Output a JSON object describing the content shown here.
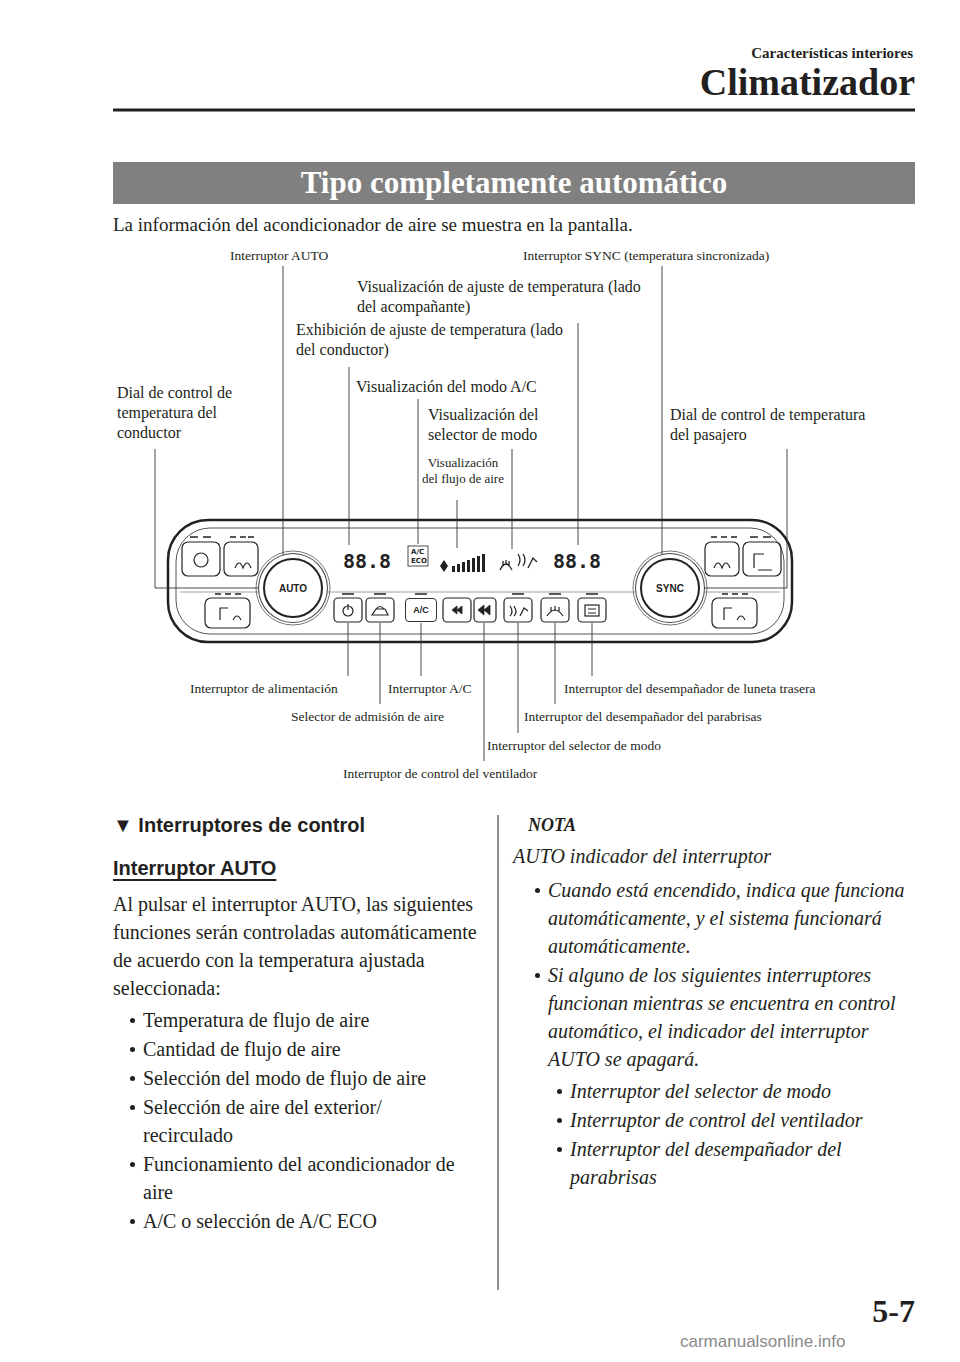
{
  "diagram": {
    "nodes": [
      {
        "text": [
          "Tipo completamente automático"
        ]
      },
      {
        "text": [
          "AUTO"
        ]
      },
      {
        "text": [
          "A/C"
        ]
      },
      {
        "text": [
          "SYNC"
        ]
      }
    ],
    "labels": [
      "Características interiores",
      "Climatizador",
      "La información del acondicionador de aire se muestra en la pantalla.",
      "Interruptor AUTO",
      "Interruptor SYNC (temperatura sincronizada)",
      "Visualización de ajuste de temperatura (lado del acompañante)",
      "Exhibición de ajuste de temperatura (lado del conductor)",
      "Dial de control de temperatura del conductor",
      "Visualización del modo A/C",
      "Visualización del selector de modo",
      "Dial de control de temperatura del pasajero",
      "Visualización del flujo de aire",
      "88.8",
      "A/C",
      "ECO",
      "88.8",
      "Interruptor de alimentación",
      "Interruptor A/C",
      "Interruptor del desempañador de luneta trasera",
      "Selector de admisión de aire",
      "Interruptor del desempañador del parabrisas",
      "Interruptor del selector de modo",
      "Interruptor de control del ventilador",
      "▼ Interruptores de control",
      "Interruptor AUTO",
      "Al pulsar el interruptor AUTO, las siguientes funciones serán controladas automáticamente de acuerdo con la temperatura ajustada seleccionada:",
      "Temperatura de flujo de aire",
      "Cantidad de flujo de aire",
      "Selección del modo de flujo de aire",
      "Selección de aire del exterior/ recirculado",
      "Funcionamiento del acondicionador de aire",
      "A/C o selección de A/C ECO",
      "NOTA",
      "AUTO indicador del interruptor",
      "Cuando está encendido, indica que funciona automáticamente, y el sistema funcionará automáticamente.",
      "Si alguno de los siguientes interruptores funcionan mientras se encuentra en control automático, el indicador del interruptor AUTO se apagará.",
      "Interruptor del selector de modo",
      "Interruptor de control del ventilador",
      "Interruptor del desempañador del parabrisas",
      "5-7",
      "carmanualsonline.info"
    ]
  }
}
